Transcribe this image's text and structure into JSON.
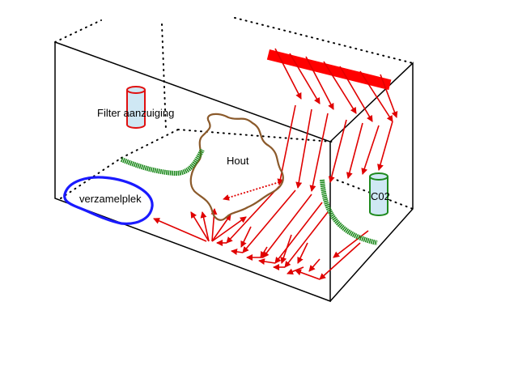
{
  "labels": {
    "filter": "Filter aanzuiging",
    "wood": "Hout",
    "collection": "verzamelplek",
    "co2": "C02"
  },
  "colors": {
    "heater": "#ff0000",
    "arrows": "#e00000",
    "box": "#000000",
    "collection_outline": "#1a1aff",
    "wood_outline": "#8b5a2b",
    "green_edge": "#1e8a1e",
    "filter_fill": "#cfe8f4",
    "filter_stroke": "#e01010",
    "co2_fill": "#cfe8f4",
    "co2_stroke": "#1e8a1e"
  },
  "icons": {
    "filter": "cylinder-icon",
    "co2": "cylinder-icon",
    "heater": "bar-icon"
  }
}
